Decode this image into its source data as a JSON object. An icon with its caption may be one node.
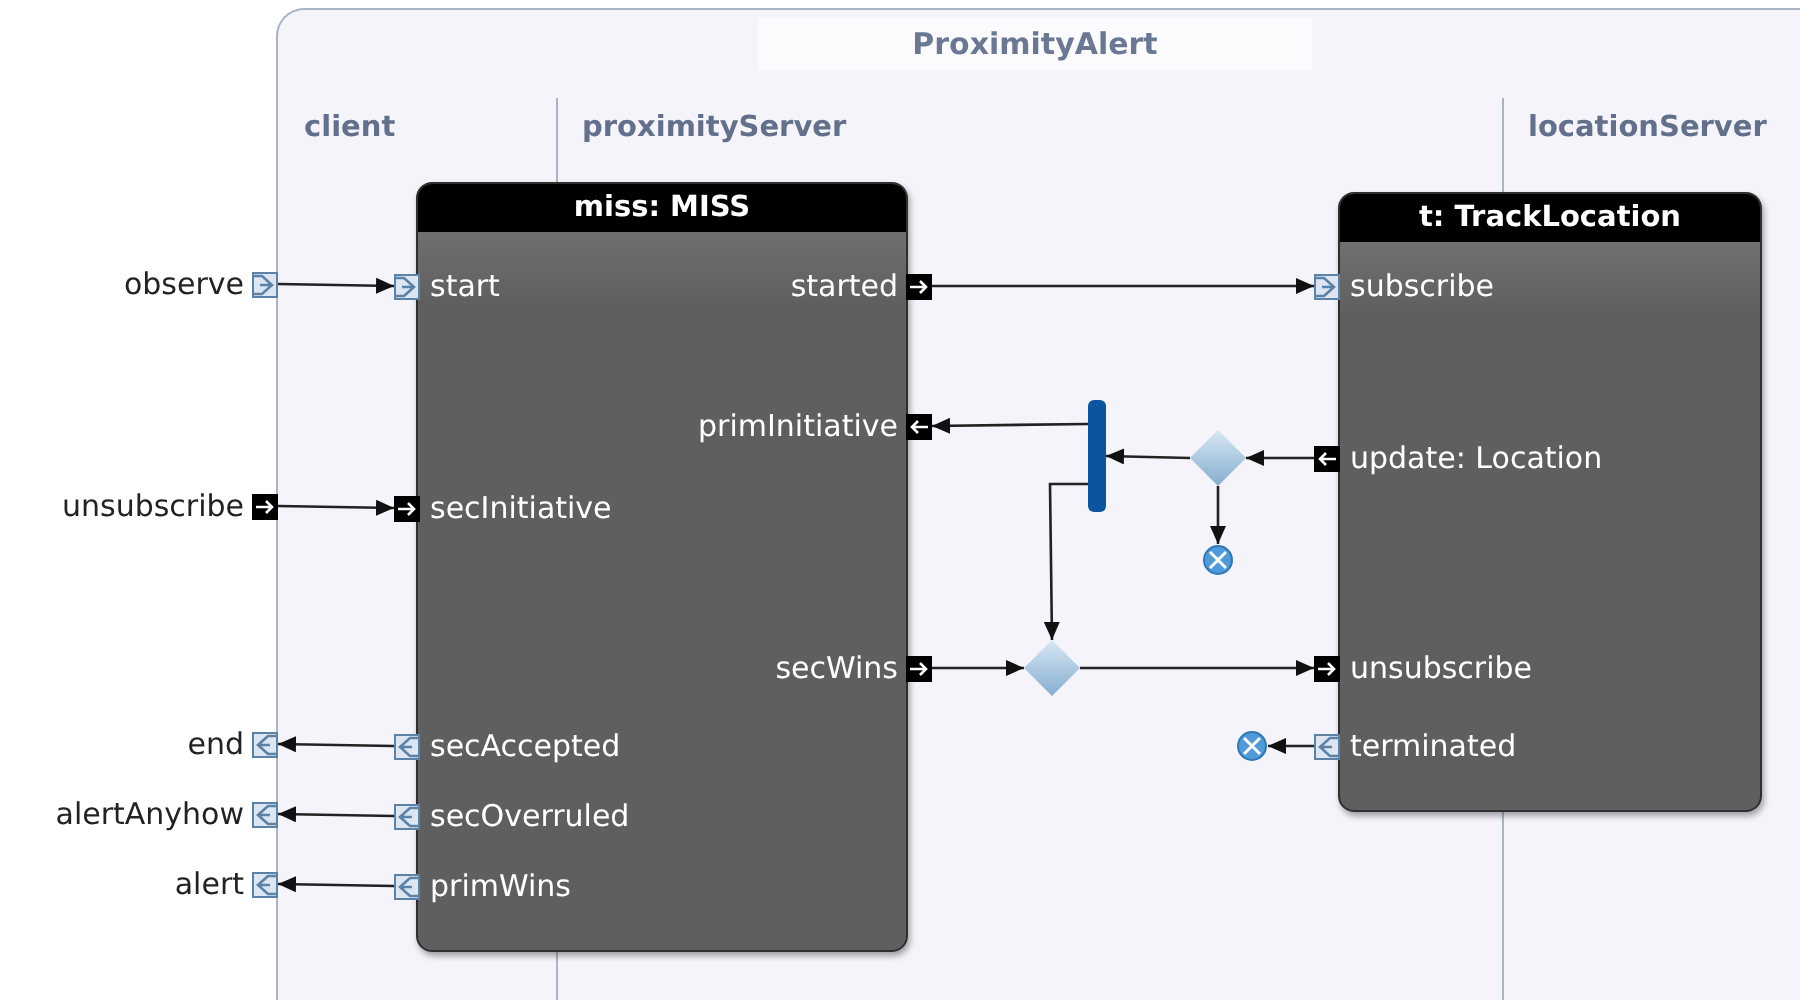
{
  "diagram": {
    "nodes": [
      {
        "text": [
          "ProximityAlert"
        ]
      },
      {
        "text": [
          "client"
        ],
        "in": 0
      },
      {
        "text": [
          "proximityServer"
        ],
        "in": 0
      },
      {
        "text": [
          "locationServer"
        ],
        "in": 0
      },
      {
        "text": [
          "miss: MISS"
        ],
        "in": 0
      },
      {
        "text": [
          "t: TrackLocation"
        ],
        "in": 0
      },
      {
        "text": [
          "observe"
        ]
      },
      {
        "text": [
          "unsubscribe"
        ]
      },
      {
        "text": [
          "end"
        ]
      },
      {
        "text": [
          "alertAnyhow"
        ]
      },
      {
        "text": [
          "alert"
        ]
      },
      {
        "text": [
          "start"
        ],
        "in": 0
      },
      {
        "text": [
          "started"
        ],
        "in": 0
      },
      {
        "text": [
          "primInitiative"
        ],
        "in": 0
      },
      {
        "text": [
          "secInitiative"
        ],
        "in": 0
      },
      {
        "text": [
          "secWins"
        ],
        "in": 0
      },
      {
        "text": [
          "secAccepted"
        ],
        "in": 0
      },
      {
        "text": [
          "secOverruled"
        ],
        "in": 0
      },
      {
        "text": [
          "primWins"
        ],
        "in": 0
      },
      {
        "text": [
          "subscribe"
        ],
        "in": 0
      },
      {
        "text": [
          "update: Location"
        ],
        "in": 0
      },
      {
        "text": [
          "unsubscribe"
        ],
        "in": 0
      },
      {
        "text": [
          "terminated"
        ],
        "in": 0
      },
      {
        "text": [],
        "shape": "bar",
        "in": 0
      },
      {
        "text": [],
        "shape": "diamond",
        "in": 0
      },
      {
        "text": [],
        "shape": "diamond",
        "in": 0
      },
      {
        "text": [],
        "shape": "circle",
        "in": 0
      },
      {
        "text": [],
        "shape": "circle",
        "in": 0
      }
    ],
    "edges": [
      {
        "from": 6,
        "to": 11,
        "arrow": "to"
      },
      {
        "from": 7,
        "to": 14,
        "arrow": "to"
      },
      {
        "from": 16,
        "to": 8,
        "arrow": "to"
      },
      {
        "from": 17,
        "to": 9,
        "arrow": "to"
      },
      {
        "from": 18,
        "to": 10,
        "arrow": "to"
      },
      {
        "from": 12,
        "to": 19,
        "arrow": "to"
      },
      {
        "from": 20,
        "to": 24,
        "arrow": "to"
      },
      {
        "from": 24,
        "to": 23,
        "arrow": "to"
      },
      {
        "from": 24,
        "to": 26,
        "arrow": "to"
      },
      {
        "from": 23,
        "to": 13,
        "arrow": "to"
      },
      {
        "from": 23,
        "to": 25,
        "arrow": "to"
      },
      {
        "from": 15,
        "to": 25,
        "arrow": "to"
      },
      {
        "from": 25,
        "to": 21,
        "arrow": "to"
      },
      {
        "from": 22,
        "to": 27,
        "arrow": "to"
      }
    ]
  }
}
